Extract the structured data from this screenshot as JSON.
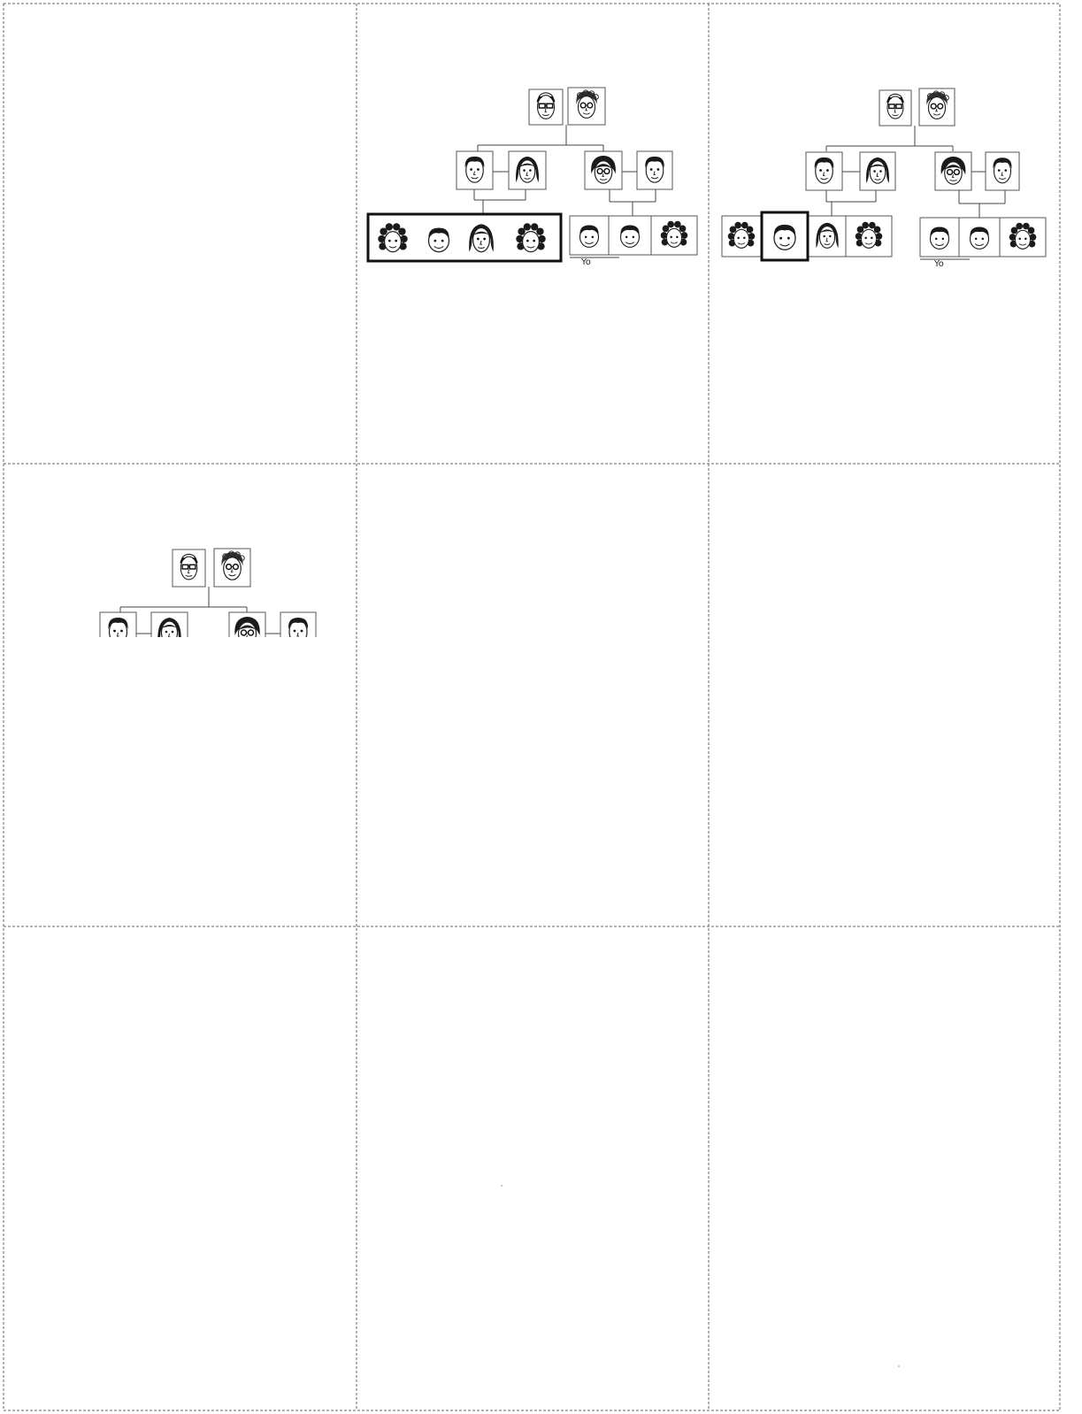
{
  "theme": {
    "line_color": "#444444",
    "grid_color": "#666666",
    "face_stroke": "#222222",
    "hair_color": "#1a1a1a",
    "background": "#ffffff"
  },
  "panels": [
    {
      "id": "panel-1",
      "content": "empty"
    },
    {
      "id": "panel-2",
      "content": "family-tree-grandchildren-group-selected",
      "children_label": "Yo"
    },
    {
      "id": "panel-3",
      "content": "family-tree-single-child-selected",
      "children_label": "Yo"
    },
    {
      "id": "panel-4",
      "content": "family-tree-partial"
    },
    {
      "id": "panel-5",
      "content": "empty"
    },
    {
      "id": "panel-6",
      "content": "empty"
    },
    {
      "id": "panel-7",
      "content": "empty"
    },
    {
      "id": "panel-8",
      "content": "empty"
    },
    {
      "id": "panel-9",
      "content": "empty"
    }
  ],
  "labels": {
    "yo": "Yo"
  }
}
